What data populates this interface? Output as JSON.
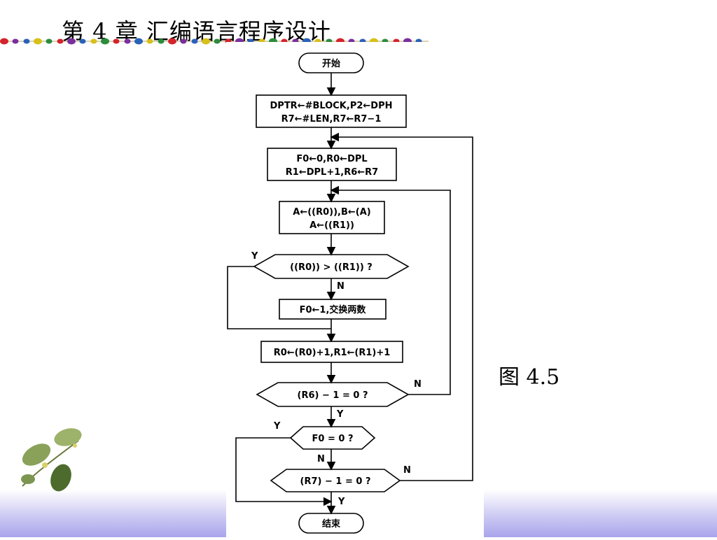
{
  "slide": {
    "title": "第 4 章  汇编语言程序设计",
    "caption": "图  4.5",
    "bead_colors": [
      "#d4232a",
      "#7a2f9e",
      "#2a62b9",
      "#d7c019",
      "#2b8c3c"
    ]
  },
  "flowchart": {
    "start": "开始",
    "init_line1": "DPTR←#BLOCK,P2←DPH",
    "init_line2": "R7←#LEN,R7←R7−1",
    "outer_line1": "F0←0,R0←DPL",
    "outer_line2": "R1←DPL+1,R6←R7",
    "load_line1": "A←((R0)),B←(A)",
    "load_line2": "A←((R1))",
    "compare": "((R0)) > ((R1)) ?",
    "swap": "F0←1,交换两数",
    "advance": "R0←(R0)+1,R1←(R1)+1",
    "inner_test": "(R6) − 1 = 0 ?",
    "flag_test": "F0 = 0 ?",
    "outer_test": "(R7) − 1 = 0 ?",
    "end": "结束",
    "label_y": "Y",
    "label_n": "N"
  }
}
